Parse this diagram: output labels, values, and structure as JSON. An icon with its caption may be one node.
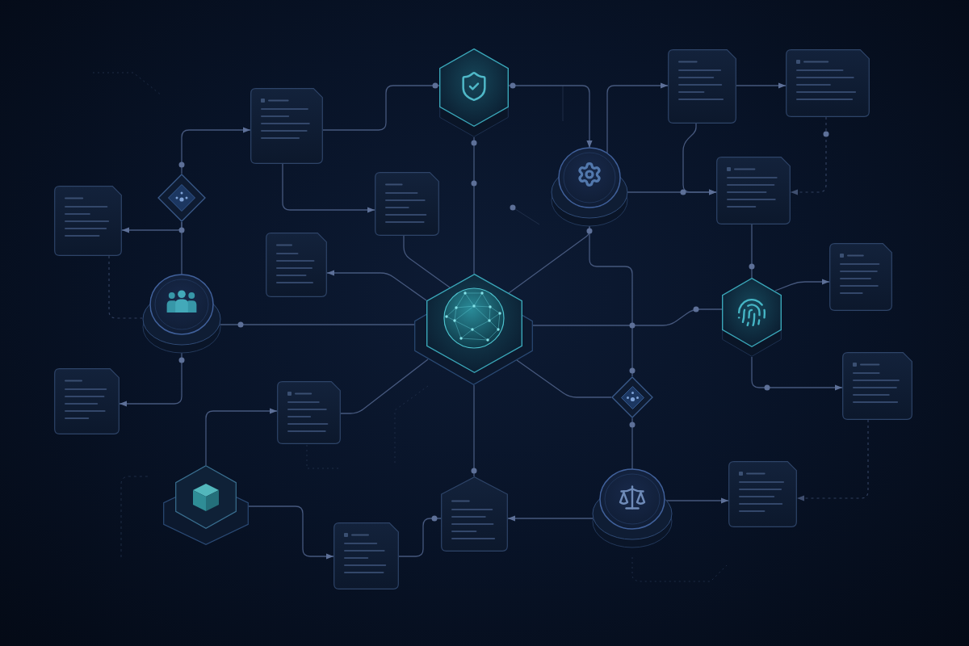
{
  "diagram": {
    "nodes": [
      {
        "text": [],
        "shape": "hexagon"
      },
      {
        "text": [],
        "shape": "document"
      },
      {
        "text": [],
        "shape": "document"
      },
      {
        "text": [],
        "shape": "document"
      },
      {
        "text": [],
        "shape": "circle"
      },
      {
        "text": [],
        "shape": "document"
      },
      {
        "text": [],
        "shape": "diamond"
      },
      {
        "text": [],
        "shape": "document"
      },
      {
        "text": [],
        "shape": "document"
      },
      {
        "text": [],
        "shape": "document"
      },
      {
        "text": [],
        "shape": "document"
      },
      {
        "text": [],
        "shape": "circle"
      },
      {
        "text": [],
        "shape": "hexagon"
      },
      {
        "text": [],
        "shape": "hexagon"
      },
      {
        "text": [],
        "shape": "document"
      },
      {
        "text": [],
        "shape": "document"
      },
      {
        "text": [],
        "shape": "diamond"
      },
      {
        "text": [],
        "shape": "document"
      },
      {
        "text": [],
        "shape": "hexagon"
      },
      {
        "text": [],
        "shape": "circle"
      },
      {
        "text": [],
        "shape": "document"
      },
      {
        "text": [],
        "shape": "document"
      },
      {
        "text": [],
        "shape": "document"
      }
    ],
    "edges": [
      {
        "from": 0,
        "to": 3,
        "arrow": "none"
      },
      {
        "from": 0,
        "to": 4,
        "arrow": "to"
      },
      {
        "from": 0,
        "to": 12,
        "arrow": "none"
      },
      {
        "from": 3,
        "to": 7,
        "arrow": "to"
      },
      {
        "from": 6,
        "to": 3,
        "arrow": "to"
      },
      {
        "from": 6,
        "to": 8,
        "arrow": "to"
      },
      {
        "from": 6,
        "to": 11,
        "arrow": "none"
      },
      {
        "from": 11,
        "to": 12,
        "arrow": "none"
      },
      {
        "from": 11,
        "to": 15,
        "arrow": "to"
      },
      {
        "from": 8,
        "to": 11,
        "arrow": "none",
        "style": "dashed"
      },
      {
        "from": 7,
        "to": 12,
        "arrow": "none"
      },
      {
        "from": 12,
        "to": 9,
        "arrow": "to"
      },
      {
        "from": 4,
        "to": 12,
        "arrow": "none"
      },
      {
        "from": 4,
        "to": 16,
        "arrow": "none"
      },
      {
        "from": 12,
        "to": 13,
        "arrow": "none"
      },
      {
        "from": 13,
        "to": 10,
        "arrow": "to"
      },
      {
        "from": 13,
        "to": 14,
        "arrow": "to"
      },
      {
        "from": 12,
        "to": 16,
        "arrow": "none"
      },
      {
        "from": 16,
        "to": 19,
        "arrow": "none"
      },
      {
        "from": 19,
        "to": 21,
        "arrow": "to"
      },
      {
        "from": 19,
        "to": 20,
        "arrow": "to"
      },
      {
        "from": 14,
        "to": 20,
        "arrow": "to",
        "style": "dashed"
      },
      {
        "from": 12,
        "to": 21,
        "arrow": "none"
      },
      {
        "from": 12,
        "to": 17,
        "arrow": "none"
      },
      {
        "from": 18,
        "to": 17,
        "arrow": "to"
      },
      {
        "from": 18,
        "to": 22,
        "arrow": "to"
      },
      {
        "from": 22,
        "to": 21,
        "arrow": "none"
      },
      {
        "from": 4,
        "to": 5,
        "arrow": "to"
      },
      {
        "from": 1,
        "to": 5,
        "arrow": "to"
      },
      {
        "from": 4,
        "to": 1,
        "arrow": "to"
      },
      {
        "from": 1,
        "to": 2,
        "arrow": "to"
      },
      {
        "from": 2,
        "to": 5,
        "arrow": "to",
        "style": "dashed"
      },
      {
        "from": 5,
        "to": 13,
        "arrow": "none"
      }
    ]
  }
}
